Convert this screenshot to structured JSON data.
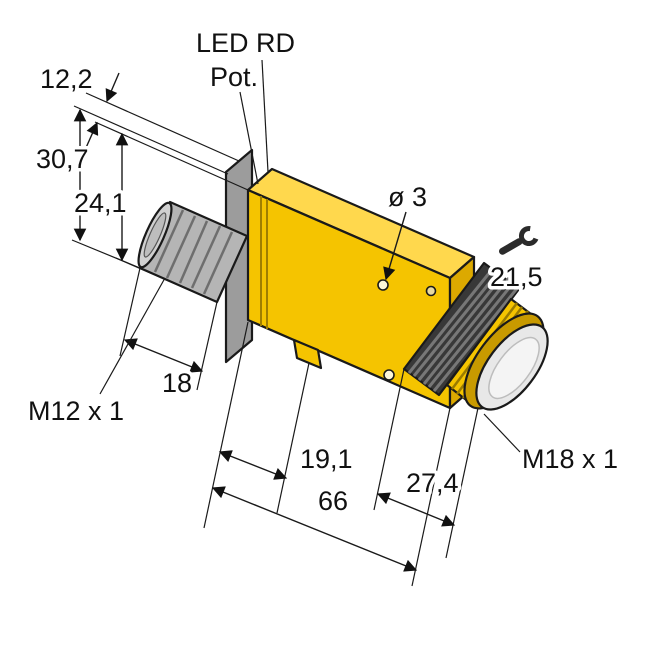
{
  "drawing": {
    "type": "technical-dimension-drawing",
    "subject": "photoelectric-sensor",
    "callouts": {
      "led": "LED RD",
      "pot": "Pot.",
      "hole_diameter": "ø 3",
      "wrench_size": "21,5",
      "connector_thread": "M12 x 1",
      "barrel_thread": "M18 x 1"
    },
    "dimensions": {
      "offset_top": "12,2",
      "height_total": "30,7",
      "height_inner": "24,1",
      "connector_length": "18",
      "tab_position": "19,1",
      "body_length": "66",
      "barrel_length": "27,4"
    },
    "icons": {
      "wrench": "wrench-icon"
    },
    "colors": {
      "body_yellow": "#F5C400",
      "body_top_yellow": "#FFD84D",
      "body_end_yellow": "#DCA900",
      "metal_gray": "#B5B5B5",
      "plate_gray": "#9C9C9C",
      "knurl_dark": "#383838",
      "lens_gray": "#E8E8E8",
      "outline": "#1A1A1A",
      "background": "#FFFFFF"
    }
  }
}
